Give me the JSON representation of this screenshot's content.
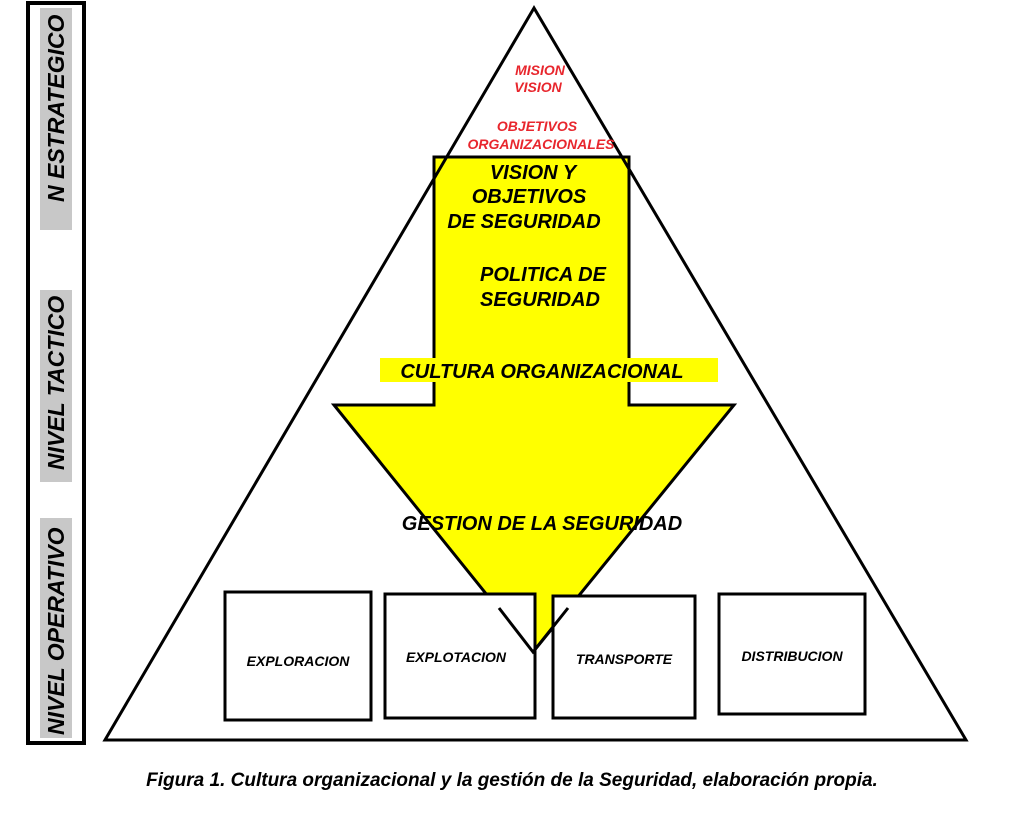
{
  "levels": {
    "strategic": "N ESTRATEGICO",
    "tactical": "NIVEL TACTICO",
    "operational": "NIVEL OPERATIVO"
  },
  "pyramid": {
    "top_lines": [
      "MISION",
      "VISION"
    ],
    "objectives_lines": [
      "OBJETIVOS",
      "ORGANIZACIONALES"
    ],
    "vision_lines": [
      "VISION  Y",
      "OBJETIVOS",
      "DE SEGURIDAD"
    ],
    "policy_lines": [
      "POLITICA DE",
      "SEGURIDAD"
    ],
    "culture": "CULTURA ORGANIZACIONAL",
    "management": "GESTION DE LA SEGURIDAD"
  },
  "boxes": [
    "EXPLORACION",
    "EXPLOTACION",
    "TRANSPORTE",
    "DISTRIBUCION"
  ],
  "caption": "Figura 1. Cultura organizacional y la gestión de la Seguridad, elaboración propia.",
  "colors": {
    "arrow": "#ffff00",
    "red_text": "#e8262d",
    "level_band": "#c8c8c8",
    "line": "#000000"
  }
}
